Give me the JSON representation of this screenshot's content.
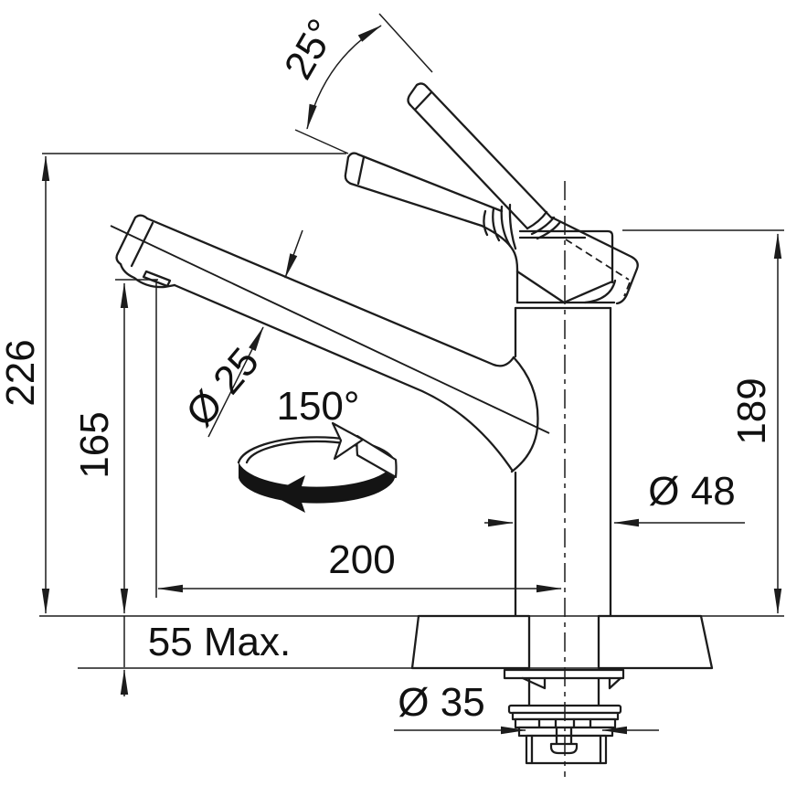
{
  "drawing": {
    "type": "technical-dimension-drawing",
    "subject": "single-lever kitchen mixer tap, side elevation with worktop section and mounting hardware",
    "background_color": "#ffffff",
    "line_color": "#1c1c1c",
    "labels": {
      "handle_angle": "25°",
      "overall_height": "226",
      "outlet_height": "165",
      "spout_tube_diameter": "Ø 25",
      "swivel_range": "150°",
      "spout_reach": "200",
      "body_diameter": "Ø 48",
      "body_height": "189",
      "worktop_thickness": "55 Max.",
      "tap_hole_diameter": "Ø 35"
    },
    "icons": {
      "swivel_icon": "3d-rotation-double-arrow"
    }
  }
}
